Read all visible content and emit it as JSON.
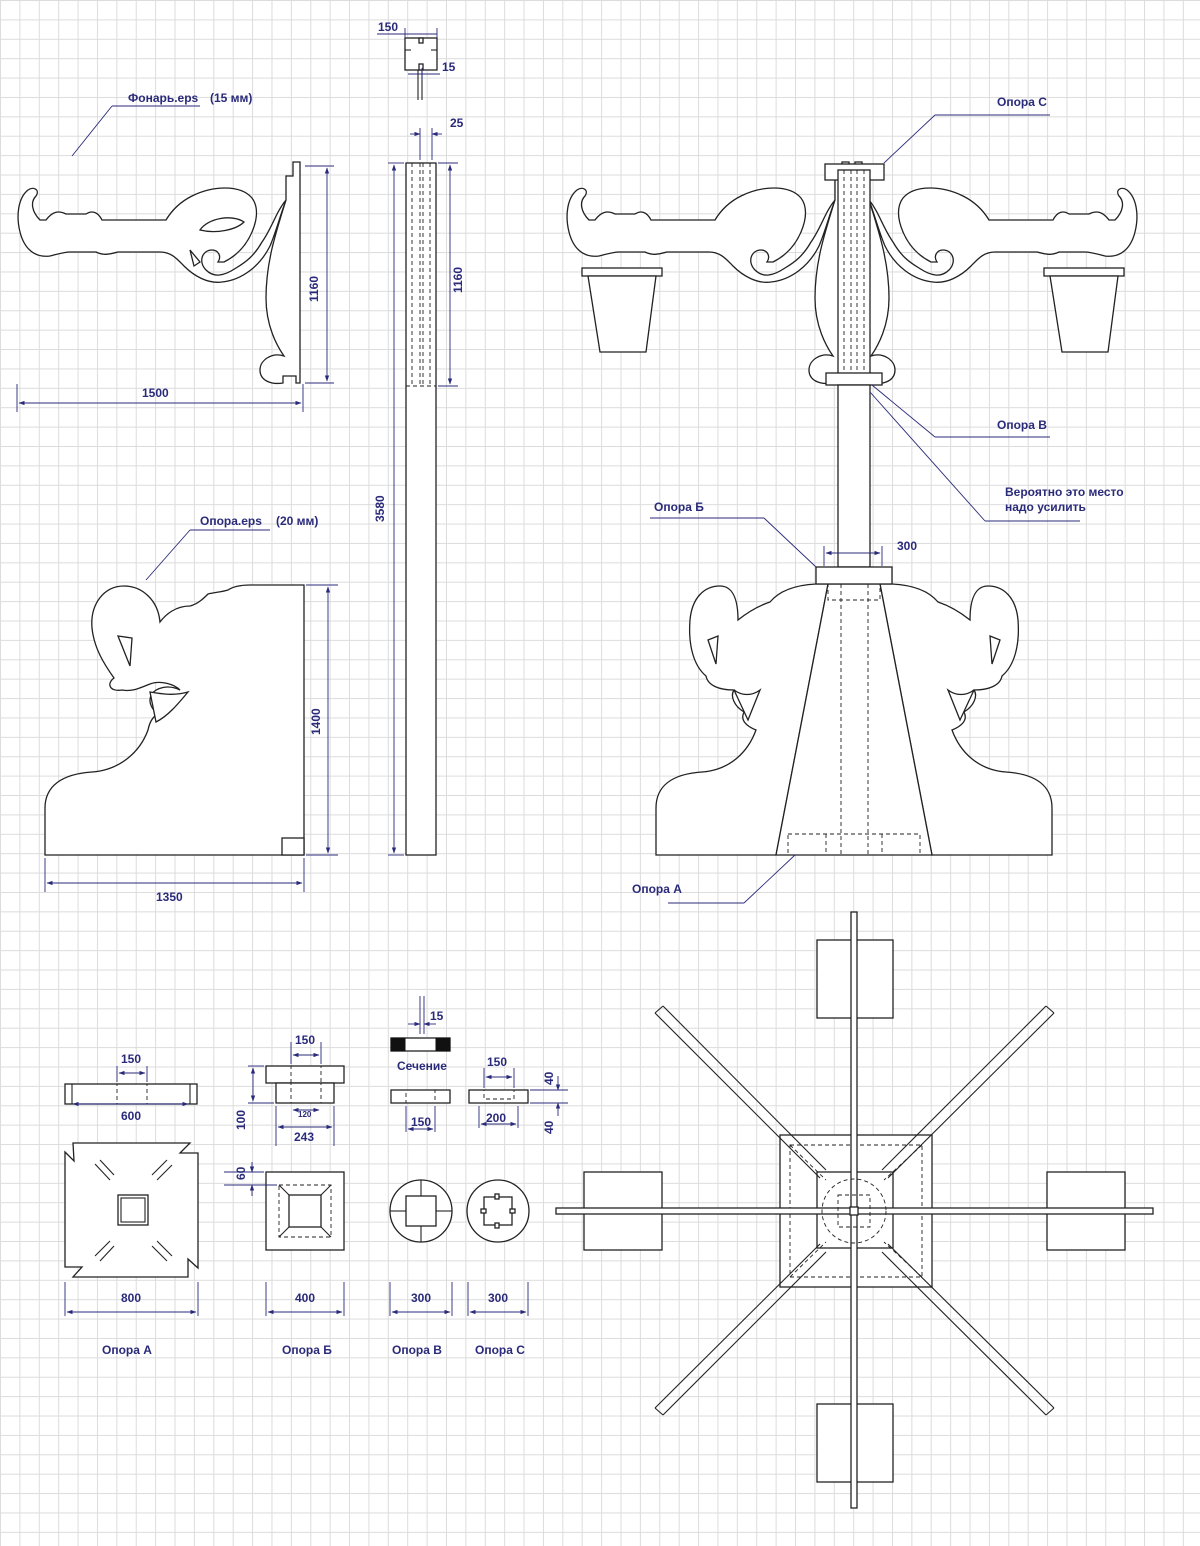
{
  "colors": {
    "annotation": "#2a2a7a",
    "line": "#222222",
    "grid": "#dcdcdc",
    "background": "#ffffff"
  },
  "files": {
    "lantern": {
      "name": "Фонарь.eps",
      "thickness": "(15 мм)"
    },
    "support": {
      "name": "Опора.eps",
      "thickness": "(20 мм)"
    }
  },
  "dims": {
    "cap_width": "150",
    "cap_slot": "15",
    "pole_slot": "25",
    "lantern_width": "1500",
    "lantern_height": "1160",
    "pole_top_height": "1160",
    "pole_height": "3580",
    "support_height": "1400",
    "support_width": "1350",
    "neck_width": "300",
    "a_hole": "150",
    "a_top": "600",
    "a_side": "800",
    "b_hole": "150",
    "b_height": "100",
    "b_inner": "120",
    "b_width": "243",
    "b_step": "60",
    "b_side": "400",
    "v_slot": "15",
    "v_hole": "150",
    "v_side": "300",
    "c_hole": "150",
    "c_width": "200",
    "c_t1": "40",
    "c_t2": "40",
    "c_side": "300"
  },
  "section_label": "Сечение",
  "callouts": {
    "opora_c": "Опора С",
    "opora_v": "Опора В",
    "note_line1": "Вероятно это место",
    "note_line2": "надо усилить",
    "opora_b": "Опора Б",
    "opora_a": "Опора А"
  },
  "captions": {
    "a": "Опора А",
    "b": "Опора Б",
    "v": "Опора В",
    "c": "Опора С"
  }
}
